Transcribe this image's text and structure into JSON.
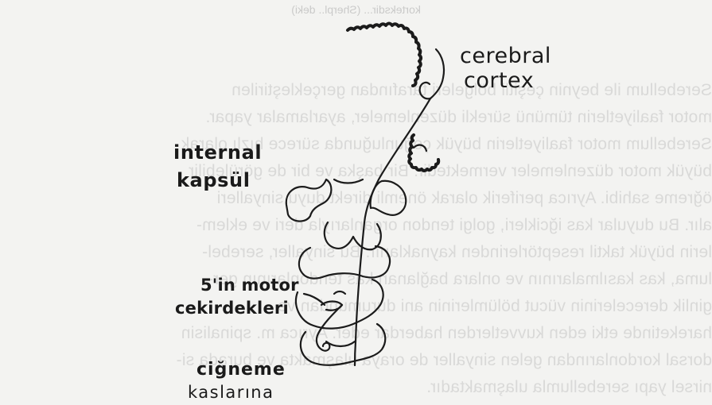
{
  "labels": {
    "cerebral": "cerebral",
    "cortex": "cortex",
    "internal": "internal",
    "kapsul": "kapsül",
    "motor": "5'in motor",
    "cekirdekleri": "cekirdekleri",
    "cigneme": "ciğneme",
    "kaslarina": "kaslarına"
  },
  "bleed_through": {
    "top": "korteksdir... (Sherpl.. deki)",
    "lines": [
      "Serebellum ile beynin çeşitli bölgeleri tarafından gerçekleştirilen",
      "motor faaliyetlerin tümünü sürekli düzenlemeler, ayarlamalar yapar.",
      "Serebellum motor faaliyetlerin büyük çoğunluğunda sürece hızlı olarak",
      "büyük motor düzenlemeler vermektedir. Bir başka ve bir de görülebilir",
      "öğreme sahibi. Ayrıca periferik olarak önemli direkt duyu sinyalleri",
      "alır. Bu duyular kas iğcikleri, golgi tendon organlarıyla deri ve eklem-",
      "lerin büyük taktil reseptörlerinden kaynaklanır. Bu sinyaller, serebel-",
      "luma, kas kasılmalarının ve onlara bağlanan kas tendonlarının ger-",
      "ginlik derecelerinin vücut bölümlerinin ani durumundan ve",
      "hareketinde etki eden kuvvetlerden haberdar eder. Ayrıca m. spinalisin",
      "dorsal kordonlarından gelen sinyaller de oraya ulaşmakta ve burada si-",
      "nirsel yapı serebellumla ulaşmaktadır."
    ]
  },
  "colors": {
    "ink": "#1b1b1b",
    "paper": "#f3f3f1",
    "bleed": "#a6a6a6"
  }
}
